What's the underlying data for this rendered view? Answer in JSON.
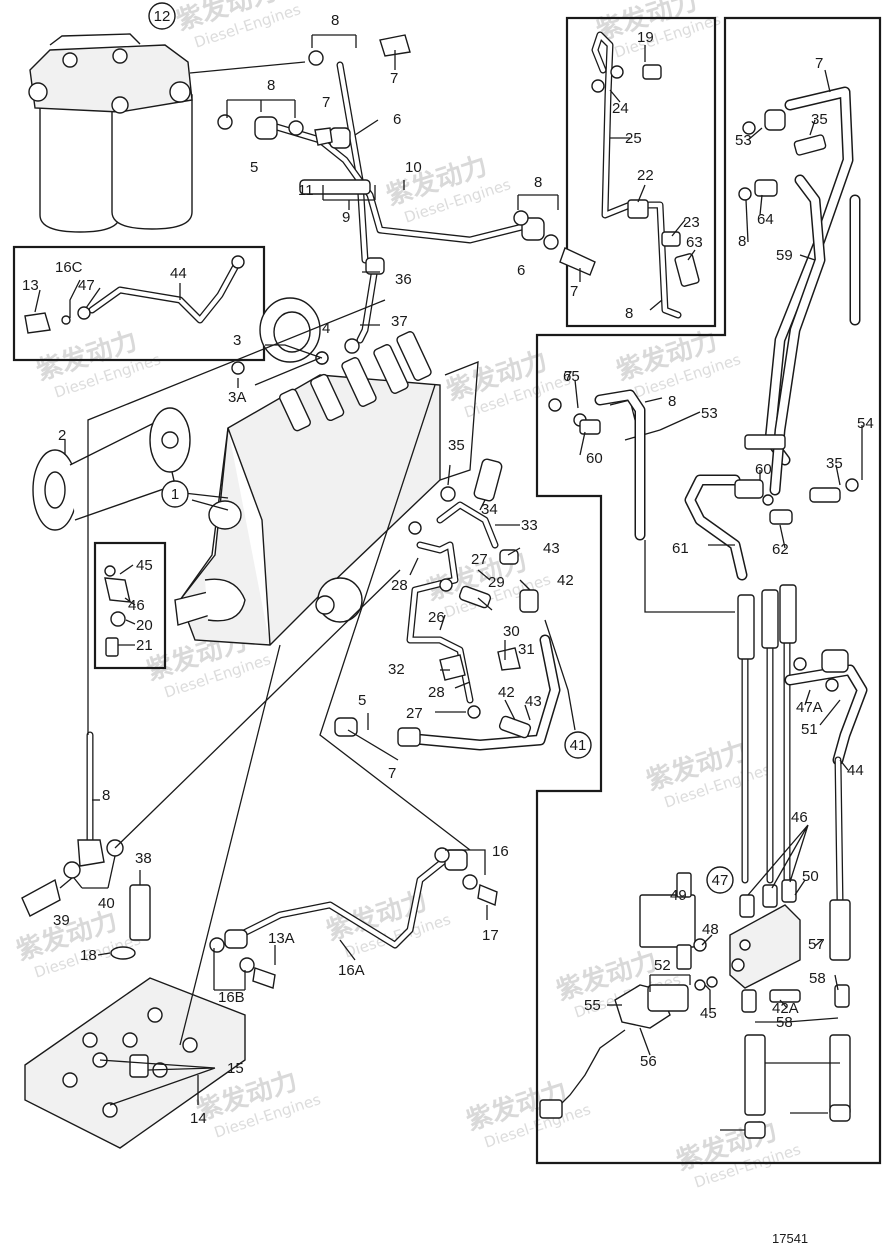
{
  "diagram": {
    "drawing_number": "17541",
    "watermark": {
      "brand": "紫发动力",
      "sub": "Diesel-Engines"
    },
    "colors": {
      "line": "#1a1a1a",
      "background": "#ffffff",
      "watermark": "#d9d9d9"
    },
    "circled_callouts": [
      "12",
      "1",
      "41",
      "47"
    ],
    "callouts": [
      "8",
      "7",
      "8",
      "7",
      "6",
      "5",
      "11",
      "10",
      "9",
      "8",
      "6",
      "7",
      "36",
      "37",
      "4",
      "3",
      "3A",
      "2",
      "1",
      "35",
      "34",
      "33",
      "43",
      "42",
      "28",
      "27",
      "26",
      "29",
      "30",
      "31",
      "32",
      "28",
      "27",
      "42",
      "43",
      "5",
      "7",
      "8",
      "39",
      "40",
      "38",
      "18",
      "15",
      "14",
      "16",
      "17",
      "13A",
      "16B",
      "16A",
      "16C",
      "13",
      "47",
      "44",
      "45",
      "46",
      "20",
      "21",
      "19",
      "24",
      "25",
      "22",
      "23",
      "63",
      "8",
      "7",
      "53",
      "35",
      "64",
      "8",
      "59",
      "54",
      "7",
      "8",
      "53",
      "60",
      "65",
      "35",
      "60",
      "61",
      "62",
      "47A",
      "51",
      "44",
      "46",
      "50",
      "49",
      "48",
      "52",
      "55",
      "45",
      "56",
      "42A",
      "57",
      "58",
      "58"
    ]
  }
}
